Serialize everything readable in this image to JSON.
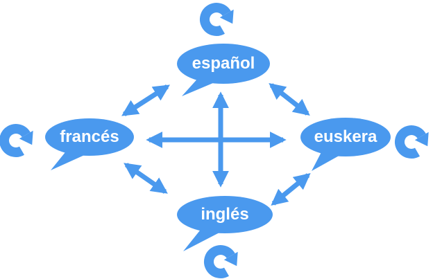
{
  "diagram": {
    "background_color": "#ffffff",
    "accent_color": "#4a99ee",
    "label_color": "#ffffff",
    "nodes": [
      {
        "id": "espanol",
        "label": "español",
        "position": "top"
      },
      {
        "id": "frances",
        "label": "francés",
        "position": "left"
      },
      {
        "id": "euskera",
        "label": "euskera",
        "position": "right"
      },
      {
        "id": "ingles",
        "label": "inglés",
        "position": "bottom"
      }
    ],
    "connections": [
      {
        "from": "español",
        "to": "francés",
        "bidirectional": true
      },
      {
        "from": "español",
        "to": "euskera",
        "bidirectional": true
      },
      {
        "from": "español",
        "to": "inglés",
        "bidirectional": true
      },
      {
        "from": "francés",
        "to": "euskera",
        "bidirectional": true
      },
      {
        "from": "francés",
        "to": "inglés",
        "bidirectional": true
      },
      {
        "from": "inglés",
        "to": "euskera",
        "bidirectional": true
      }
    ],
    "icons": [
      {
        "name": "refresh-icon",
        "position": "top"
      },
      {
        "name": "refresh-icon",
        "position": "left"
      },
      {
        "name": "refresh-icon",
        "position": "right"
      },
      {
        "name": "refresh-icon",
        "position": "bottom"
      }
    ]
  }
}
